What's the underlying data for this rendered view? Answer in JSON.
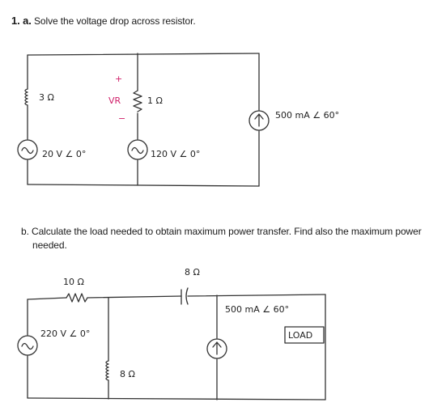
{
  "problem_a": {
    "number": "1. a.",
    "text": "Solve the voltage drop across resistor."
  },
  "problem_b": {
    "line1": "b. Calculate the load needed to obtain maximum power transfer. Find also the maximum power",
    "line2": "needed."
  },
  "circuit_a": {
    "r1_label": "3 Ω",
    "r2_label": "1 Ω",
    "vr_label": "VR",
    "plus_sign": "+",
    "minus_sign": "−",
    "source1_label": "20 V ∠ 0°",
    "source2_label": "120 V ∠ 0°",
    "current_source_label": "500 mA ∠ 60°"
  },
  "circuit_b": {
    "r_label": "10 Ω",
    "source_label": "220 V ∠ 0°",
    "inductor_label": "8 Ω",
    "capacitor_label": "8 Ω",
    "current_source_label": "500 mA ∠ 60°",
    "load_label": "LOAD"
  },
  "colors": {
    "ink": "#333333",
    "annotation": "#d0206a"
  }
}
